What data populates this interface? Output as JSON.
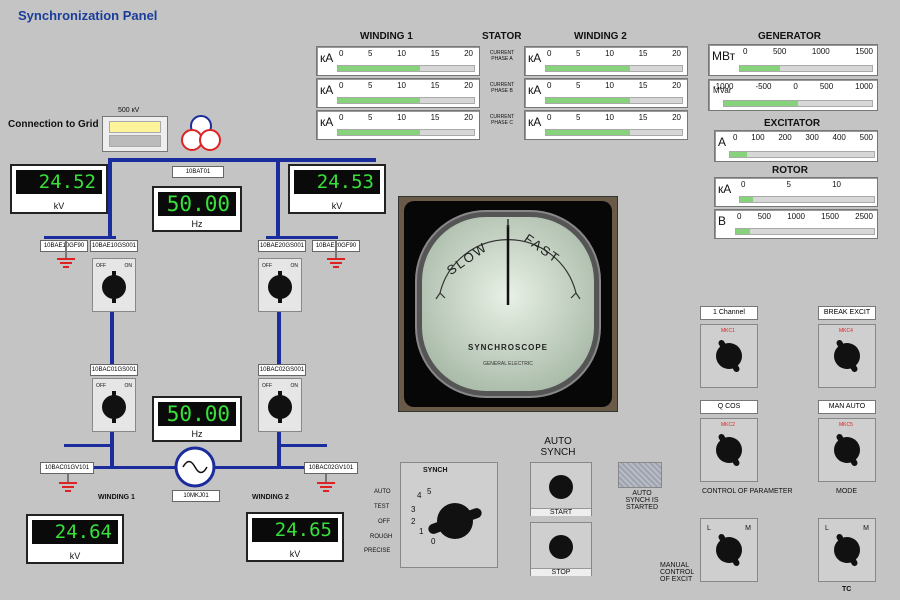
{
  "title": "Synchronization Panel",
  "grid": {
    "label": "Connection to Grid",
    "voltage": "500 кV",
    "bus_tag": "10BAT01"
  },
  "stator": {
    "label": "STATOR",
    "winding1": "WINDING 1",
    "winding2": "WINDING 2",
    "unit": "кA",
    "ticks": [
      "0",
      "5",
      "10",
      "15",
      "20"
    ],
    "phases": [
      "CURRENT PHASE A",
      "CURRENT PHASE B",
      "CURRENT PHASE C"
    ],
    "w1_fill": [
      0.6,
      0.6,
      0.6
    ],
    "w2_fill": [
      0.62,
      0.62,
      0.62
    ]
  },
  "generator": {
    "label": "GENERATOR",
    "mw": {
      "unit": "MВт",
      "ticks": [
        "0",
        "500",
        "1000",
        "1500"
      ],
      "fill": 0.3
    },
    "mvar": {
      "unit": "MVar",
      "ticks": [
        "-1000",
        "-500",
        "0",
        "500",
        "1000"
      ],
      "fill": 0.5
    }
  },
  "excitator": {
    "label": "EXCITATOR",
    "unit": "A",
    "ticks": [
      "0",
      "100",
      "200",
      "300",
      "400",
      "500"
    ],
    "fill": 0.12
  },
  "rotor": {
    "label": "ROTOR",
    "ka": {
      "unit": "кA",
      "ticks": [
        "0",
        "5",
        "10"
      ],
      "fill": 0.1
    },
    "v": {
      "unit": "В",
      "ticks": [
        "0",
        "500",
        "1000",
        "1500",
        "2500"
      ],
      "fill": 0.1
    }
  },
  "displays": {
    "grid_left": {
      "value": "24.52",
      "unit": "kV"
    },
    "grid_right": {
      "value": "24.53",
      "unit": "kV"
    },
    "freq_top": {
      "value": "50.00",
      "unit": "Hz"
    },
    "freq_mid": {
      "value": "50.00",
      "unit": "Hz"
    },
    "w1": {
      "value": "24.64",
      "unit": "kV"
    },
    "w2": {
      "value": "24.65",
      "unit": "kV"
    }
  },
  "breakers": {
    "off": "OFF",
    "on": "ON",
    "tags": [
      "10BAE10GF90",
      "10BAE10GS001",
      "10BAE20GS001",
      "10BAE20GF90",
      "10BAC01GS001",
      "10BAC02GS001"
    ]
  },
  "bottom_tags": {
    "left": "10BAC01GV101",
    "right": "10BAC02GV101",
    "gen": "10MKJ01"
  },
  "winding_labels": {
    "w1": "WINDING 1",
    "w2": "WINDING 2"
  },
  "synchroscope": {
    "slow": "SLOW",
    "fast": "FAST",
    "name": "SYNCHROSCOPE",
    "maker": "GENERAL ELECTRIC"
  },
  "synch": {
    "label": "SYNCH",
    "modes": [
      "AUTO",
      "TEST",
      "OFF",
      "ROUGH",
      "PRECISE"
    ],
    "numbers": [
      "5",
      "4",
      "3",
      "2",
      "1",
      "0"
    ]
  },
  "auto_synch": {
    "label": "AUTO SYNCH",
    "start": "START",
    "stop": "STOP",
    "status": "AUTO SYNCH IS STARTED"
  },
  "right_controls": {
    "channel": {
      "display": "1 Channel",
      "tag": "MKC1"
    },
    "break_excit": {
      "display": "BREAK  EXCIT",
      "tag": "MKC4"
    },
    "parameter": {
      "display": "Q           COS",
      "tag": "MKC2",
      "label": "CONTROL OF PARAMETER"
    },
    "mode": {
      "display": "MAN       AUTO",
      "tag": "MKC5",
      "label": "MODE"
    },
    "manual": {
      "left": "L",
      "right": "M",
      "label": "MANUAL CONTROL OF EXCIT"
    },
    "tc": {
      "left": "L",
      "right": "M",
      "label": "TC"
    }
  },
  "colors": {
    "wire": "#1b2d9d",
    "digit": "#37e03a",
    "fill": "#86d37c"
  }
}
